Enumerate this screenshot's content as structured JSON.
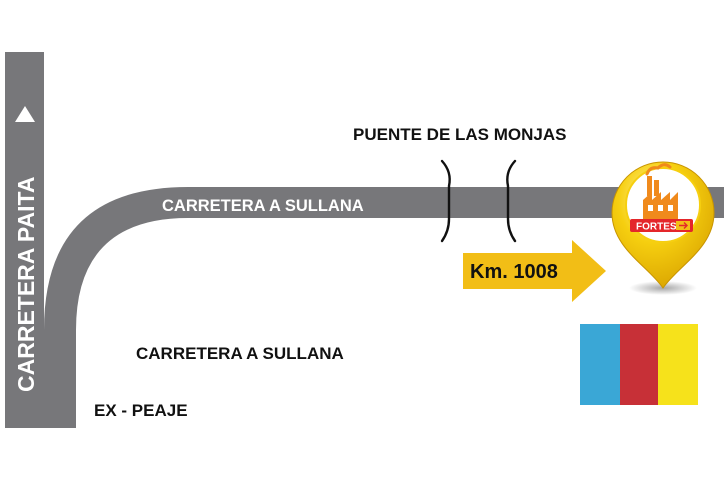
{
  "map": {
    "road_labels": {
      "vertical": "CARRETERA PAITA",
      "upper": "CARRETERA  A SULLANA",
      "lower": "CARRETERA  A SULLANA",
      "toll": "EX - PEAJE"
    },
    "bridge_label": "PUENTE DE LAS MONJAS",
    "km_marker": "Km. 1008",
    "pin_brand": "FORTES",
    "colors": {
      "road": "#77777a",
      "road_text": "#ffffff",
      "text": "#111111",
      "arrow": "#f2be16",
      "pin_gold": "#f2c300",
      "pin_red": "#e4262a",
      "factory_orange": "#f08a1c",
      "stripe_blue": "#3aa7d6",
      "stripe_red": "#c73037",
      "stripe_yellow": "#f6e21b"
    }
  }
}
